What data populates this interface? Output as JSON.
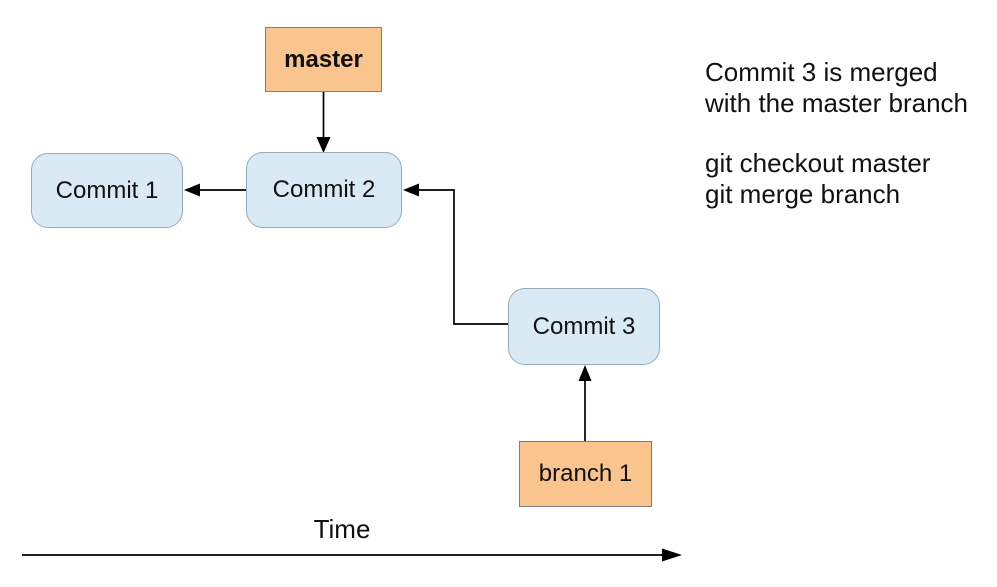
{
  "nodes": {
    "master": {
      "label": "master"
    },
    "commit1": {
      "label": "Commit 1"
    },
    "commit2": {
      "label": "Commit 2"
    },
    "commit3": {
      "label": "Commit 3"
    },
    "branch1": {
      "label": "branch 1"
    }
  },
  "annotation": {
    "line1": "Commit 3 is merged",
    "line2": "with the master branch",
    "line3": "git checkout master",
    "line4": "git merge branch"
  },
  "timeline": {
    "label": "Time"
  },
  "colors": {
    "background": "#FFFFFF",
    "branch_box_fill": "#FAC48E",
    "branch_box_border": "#7F7F7F",
    "commit_box_fill": "#D9EAF5",
    "commit_box_border": "#92ABBA",
    "connector": "#000000",
    "text": "#111111"
  }
}
